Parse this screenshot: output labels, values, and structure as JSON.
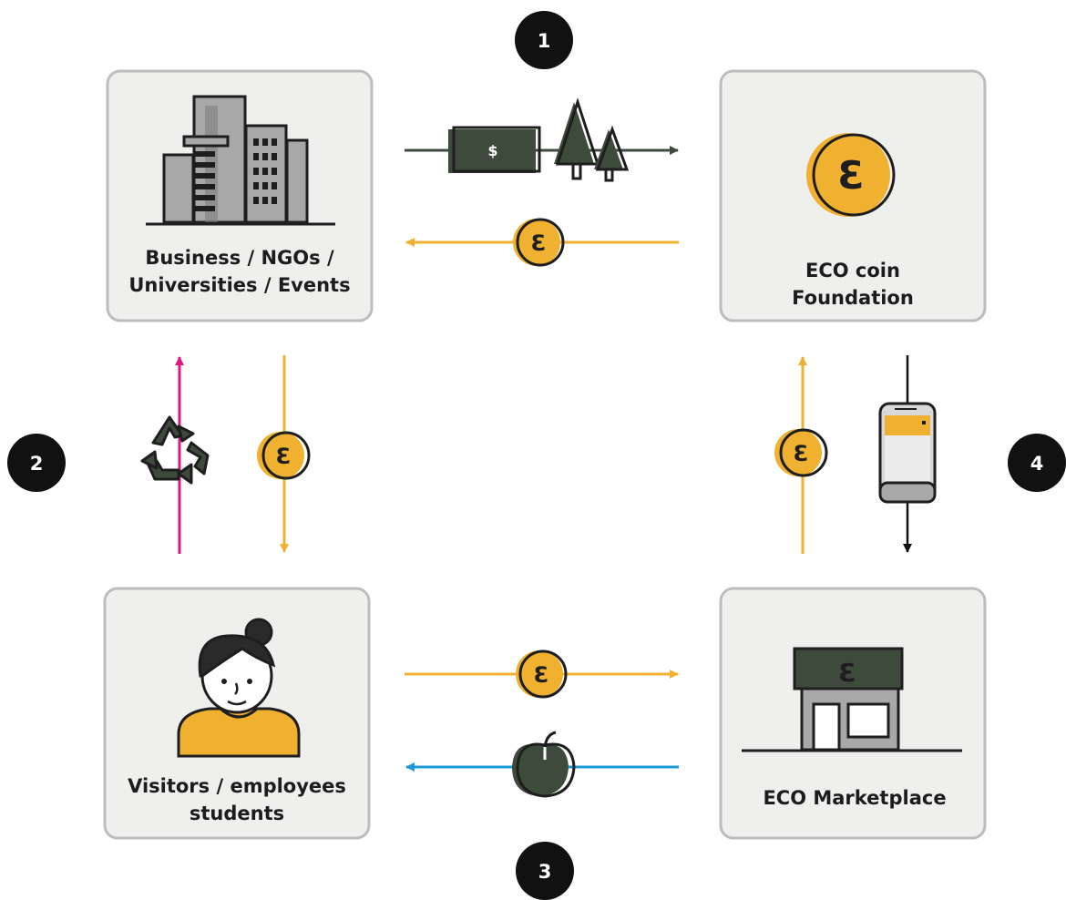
{
  "colors": {
    "coin": "#F0B130",
    "dark_green": "#3E4A3C",
    "magenta": "#E0177E",
    "blue": "#1B9AD6",
    "box_fill": "#EFEFEE",
    "box_stroke": "#BDBDBD",
    "badge": "#111111"
  },
  "boxes": {
    "business": {
      "line1": "Business / NGOs /",
      "line2": "Universities / Events",
      "icon": "buildings-icon"
    },
    "foundation": {
      "line1": "ECO coin",
      "line2": "Foundation",
      "icon": "eco-coin-icon"
    },
    "visitors": {
      "line1": "Visitors / employees",
      "line2": "students",
      "icon": "person-icon"
    },
    "marketplace": {
      "line1": "ECO Marketplace",
      "icon": "shop-icon"
    }
  },
  "steps": [
    "1",
    "2",
    "3",
    "4"
  ],
  "coin_symbol": "Ɛ",
  "money_symbol": "$",
  "flows": [
    {
      "step": "1",
      "from": "business",
      "to": "foundation",
      "items": [
        "money-icon",
        "trees-icon"
      ]
    },
    {
      "step": "1",
      "from": "foundation",
      "to": "business",
      "items": [
        "eco-coin-icon"
      ]
    },
    {
      "step": "2",
      "from": "visitors",
      "to": "business",
      "items": [
        "recycle-icon"
      ]
    },
    {
      "step": "2",
      "from": "business",
      "to": "visitors",
      "items": [
        "eco-coin-icon"
      ]
    },
    {
      "step": "3",
      "from": "visitors",
      "to": "marketplace",
      "items": [
        "eco-coin-icon"
      ]
    },
    {
      "step": "3",
      "from": "marketplace",
      "to": "visitors",
      "items": [
        "apple-icon"
      ]
    },
    {
      "step": "4",
      "from": "marketplace",
      "to": "foundation",
      "items": [
        "eco-coin-icon"
      ]
    },
    {
      "step": "4",
      "from": "foundation",
      "to": "marketplace",
      "items": [
        "phone-icon"
      ]
    }
  ]
}
